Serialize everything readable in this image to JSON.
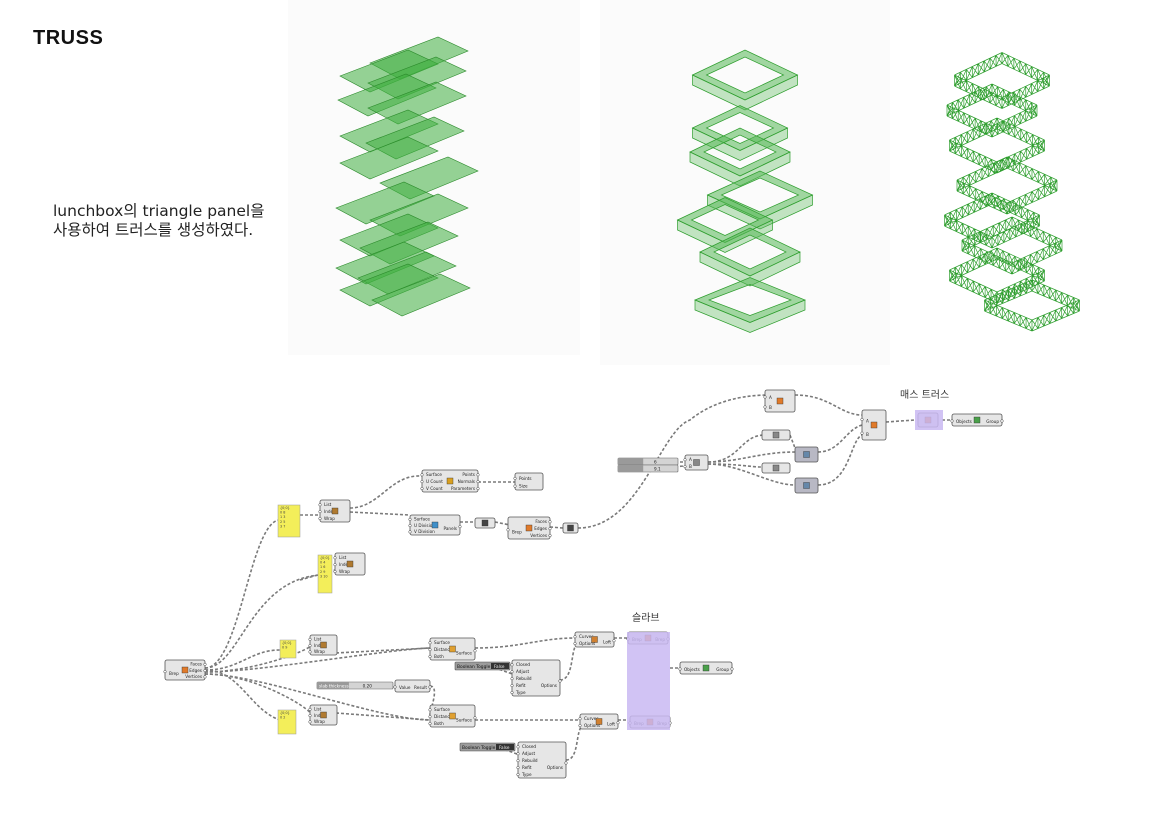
{
  "title": "TRUSS",
  "description": [
    "lunchbox의 triangle panel을",
    "사용하여 트러스를 생성하였다."
  ],
  "labels": {
    "mass_truss": "매스 트러스",
    "slab": "슬라브"
  },
  "colors": {
    "truss_green": "#2e9e2e",
    "panel_green": "#3fae3f",
    "wire": "#777777",
    "node": "#e6e6e6",
    "yellow": "#f3ee5a",
    "purple": "#c9b8f2"
  },
  "nodes": {
    "list1": [
      "List",
      "Index",
      "Wrap"
    ],
    "divide": [
      "Surface",
      "U Count",
      "V Count"
    ],
    "divide_out": [
      "Points",
      "Normals",
      "Parameters"
    ],
    "points": [
      "Points",
      "Size"
    ],
    "tri": [
      "Surface",
      "U Division",
      "V Division",
      "Panels"
    ],
    "brep": [
      "Brep",
      "Faces",
      "Edges",
      "Vertices"
    ],
    "list2": [
      "List",
      "Index",
      "Wrap"
    ],
    "deconstruct": [
      "Brep",
      "Faces",
      "Edges",
      "Vertices"
    ],
    "list3": [
      "List",
      "Index",
      "Wrap"
    ],
    "list4": [
      "List",
      "Index",
      "Wrap"
    ],
    "offset1": [
      "Surface",
      "Distance",
      "Both",
      "Surface"
    ],
    "offset2": [
      "Surface",
      "Distance",
      "Both",
      "Surface"
    ],
    "loft1": [
      "Curves",
      "Options",
      "Loft"
    ],
    "loft2": [
      "Curves",
      "Options",
      "Loft"
    ],
    "loft_opts": [
      "Closed",
      "Adjust",
      "Rebuild",
      "Refit",
      "Type",
      "Options"
    ],
    "boolean_toggle": "Boolean Toggle",
    "toggle_val": "False",
    "slider_label": "slab thickness",
    "slider_value": "0.20",
    "value": "Value",
    "result": "Result",
    "brep_io": [
      "Brep",
      "Brep"
    ],
    "group": [
      "Objects",
      "Group"
    ],
    "sliders": [
      "6",
      "9.1"
    ],
    "truss_in": [
      "A",
      "B"
    ]
  },
  "yellow_panels": [
    [
      "{0;0}",
      "0 8",
      "1 3",
      "2 5",
      "3 7"
    ],
    [
      "{0;0}",
      "0 4",
      "1 6",
      "2 9",
      "3 10"
    ],
    [
      "{0;0}",
      "0 9"
    ],
    [
      "{0;0}",
      "0 2"
    ]
  ]
}
